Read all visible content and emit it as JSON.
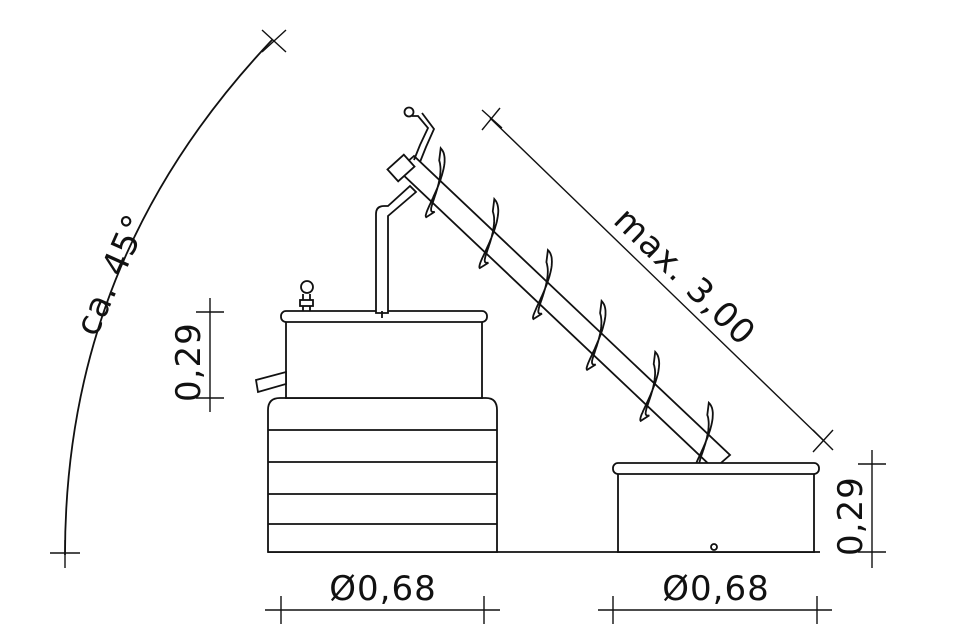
{
  "labels": {
    "angle": "ca. 45°",
    "length": "max. 3,00",
    "left_height": "0,29",
    "right_height": "0,29",
    "left_diameter": "Ø0,68",
    "right_diameter": "Ø0,68"
  }
}
